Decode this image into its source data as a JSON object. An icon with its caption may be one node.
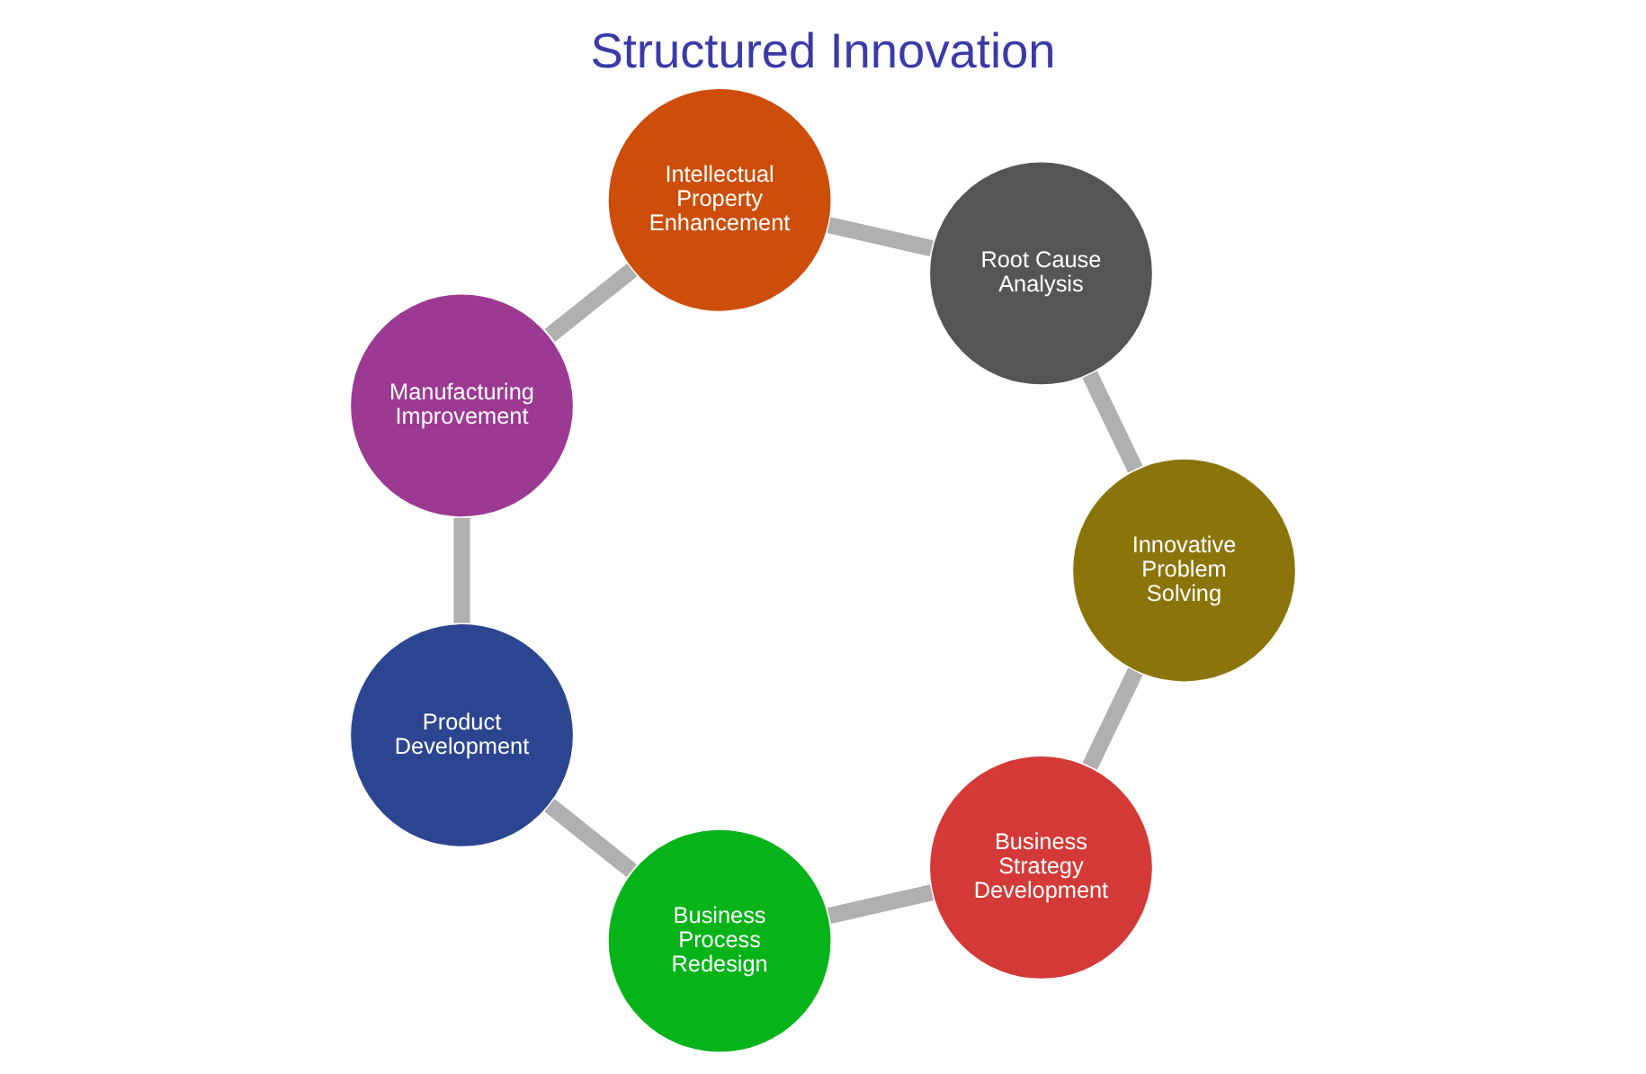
{
  "diagram": {
    "title": "Structured Innovation",
    "nodes": [
      {
        "text": [
          "Business Strategy Development"
        ]
      },
      {
        "text": [
          "Business Process Redesign"
        ]
      },
      {
        "text": [
          "Product Development"
        ]
      },
      {
        "text": [
          "Manufacturing Improvement"
        ]
      },
      {
        "text": [
          "Intellectual Property Enhancement"
        ]
      },
      {
        "text": [
          "Root Cause Analysis"
        ]
      },
      {
        "text": [
          "Innovative Problem Solving"
        ]
      }
    ],
    "edges": [
      {
        "from": 0,
        "to": 1,
        "arrow": "none"
      },
      {
        "from": 1,
        "to": 2,
        "arrow": "none"
      },
      {
        "from": 2,
        "to": 3,
        "arrow": "none"
      },
      {
        "from": 3,
        "to": 4,
        "arrow": "none"
      },
      {
        "from": 4,
        "to": 5,
        "arrow": "none"
      },
      {
        "from": 5,
        "to": 6,
        "arrow": "none"
      },
      {
        "from": 6,
        "to": 0,
        "arrow": "none"
      }
    ]
  }
}
